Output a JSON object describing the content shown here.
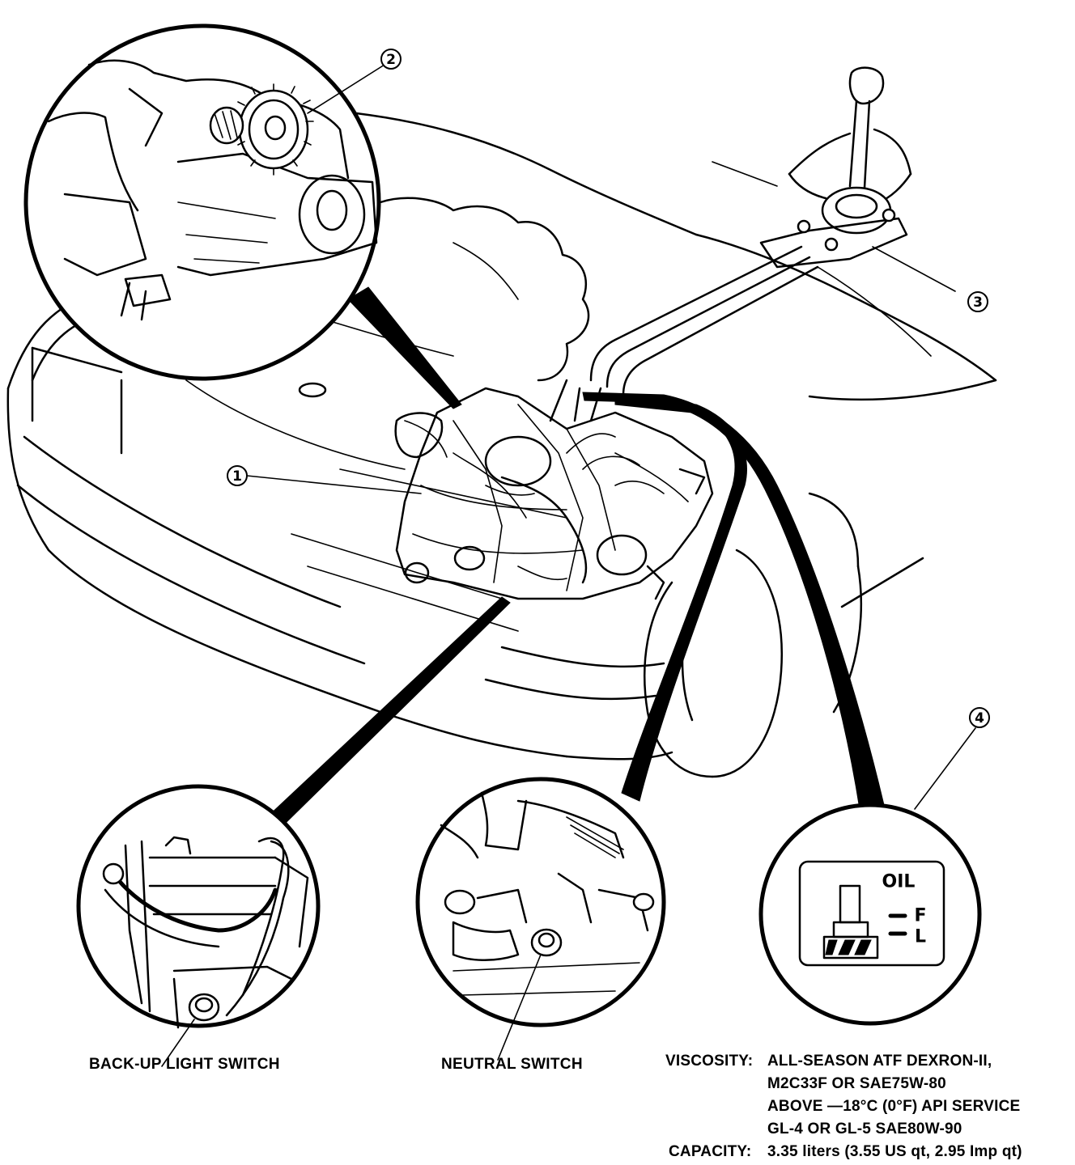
{
  "callouts": {
    "c1": "1",
    "c2": "2",
    "c3": "3",
    "c4": "4"
  },
  "labels": {
    "backup_light_switch": "BACK-UP LIGHT SWITCH",
    "neutral_switch": "NEUTRAL SWITCH"
  },
  "dipstick": {
    "title": "OIL",
    "f_mark": "F",
    "l_mark": "L"
  },
  "spec": {
    "viscosity_label": "VISCOSITY:",
    "viscosity_lines": [
      "ALL-SEASON ATF DEXRON-II,",
      "M2C33F OR SAE75W-80",
      "ABOVE —18°C (0°F) API SERVICE",
      "GL-4 OR GL-5 SAE80W-90"
    ],
    "capacity_label": "CAPACITY:",
    "capacity_value": "3.35 liters (3.55 US qt, 2.95 Imp qt)"
  }
}
